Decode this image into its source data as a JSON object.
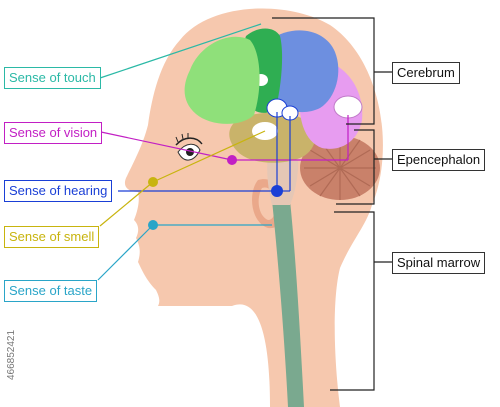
{
  "labels_left": [
    {
      "text": "Sense of touch",
      "color": "#2bb9a6"
    },
    {
      "text": "Sense of vision",
      "color": "#c21fc4"
    },
    {
      "text": "Sense of hearing",
      "color": "#1a3fd6"
    },
    {
      "text": "Sense of smell",
      "color": "#c8b40e"
    },
    {
      "text": "Sense of taste",
      "color": "#2aa5c8"
    }
  ],
  "labels_right": {
    "cerebrum": "Cerebrum",
    "epencephalon": "Epencephalon",
    "spinal": "Spinal marrow"
  },
  "stock_id": "466852421",
  "colors": {
    "skin": "#f6c8ae",
    "skin_dark": "#eaa88a",
    "frontal": "#8fe07a",
    "motor": "#2fae52",
    "parietal": "#6d8fe0",
    "occipital": "#e79cf0",
    "temporal": "#b9a66a",
    "limbic": "#c9b36a",
    "cerebellum": "#c9816a",
    "brainstem": "#e5c7b5",
    "spinal_cord": "#7aa98f"
  }
}
